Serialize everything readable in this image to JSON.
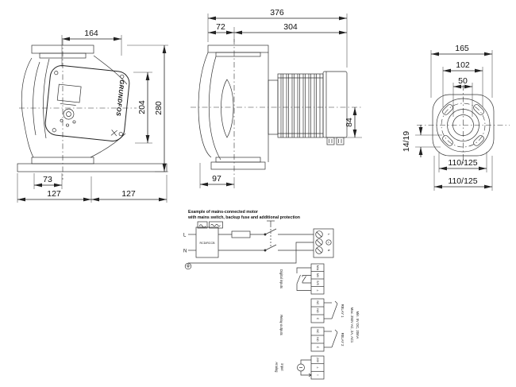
{
  "drawing": {
    "front_view": {
      "logo": "GRUNDFOS",
      "dim_width_top": "164",
      "dim_height_inner": "204",
      "dim_height_outer": "280",
      "dim_base_offset": "73",
      "dim_base_left": "127",
      "dim_base_right": "127"
    },
    "side_view": {
      "dim_total_length": "376",
      "dim_flange_depth": "72",
      "dim_motor_length": "304",
      "dim_box_height": "84",
      "dim_port_to_face": "97"
    },
    "flange_view": {
      "dim_flange_width": "165",
      "dim_bolt_span": "102",
      "dim_port_bore": "50",
      "dim_slot_size": "14/19",
      "dim_bolt_circle_top": "110/125",
      "dim_bolt_circle_bottom": "110/125"
    }
  },
  "wiring": {
    "caption_line1": "Example of mains-connected motor",
    "caption_line2": "with mains switch, backup fuse and additional protection",
    "supply": {
      "line": "L",
      "neutral": "N",
      "device": "RCD/RCCB"
    },
    "mains_terminals": [
      "L",
      "⊥",
      "N"
    ],
    "digital_inputs": {
      "label": "Digital inputs",
      "terminals": [
        "M/A",
        "M/I",
        "S/S",
        "⊥"
      ]
    },
    "relays": {
      "label": "Relay outputs",
      "relay1": "RELAY 1",
      "relay2": "RELAY 2",
      "terminals": [
        "NC",
        "NO",
        "C"
      ],
      "rating1": "Max. 250V AC, 2A, AC1",
      "rating2": "Min. 5V DC, 20mA"
    },
    "analog": {
      "label1": "Analog",
      "label2": "input",
      "terminals": [
        "24V",
        "⊥",
        "I"
      ]
    }
  }
}
